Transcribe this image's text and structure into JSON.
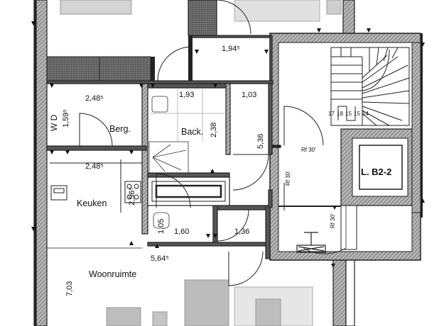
{
  "rooms": {
    "berg": "Berg.",
    "backroom": "Back.",
    "keuken": "Keuken",
    "woonruimte": "Woonruimte",
    "wd": "W D"
  },
  "dimensions": {
    "top_hall": "1,94⁵",
    "berg_width": "2,48⁵",
    "wd_depth": "1,59⁵",
    "back_width": "1,93",
    "hall_width": "1,03",
    "back_depth": "2,38",
    "hall_length": "5,36",
    "kitchen_width": "2,48⁵",
    "kitchen_depth": "2,56⁵",
    "toilet_depth": "1,05",
    "toilet_width": "1,60",
    "closet_width": "1,36",
    "living_width": "5,64⁵",
    "living_depth": "7,03"
  },
  "core": {
    "fire_rating": "Rf 30'",
    "lift_label": "L. B2-2",
    "stair_numbers": [
      "17",
      "18",
      "15",
      "15",
      "14"
    ]
  },
  "colors": {
    "wall": "#2a2a2a",
    "wall_fill": "#8a8a8a",
    "line": "#222222",
    "paper": "#ffffff"
  }
}
